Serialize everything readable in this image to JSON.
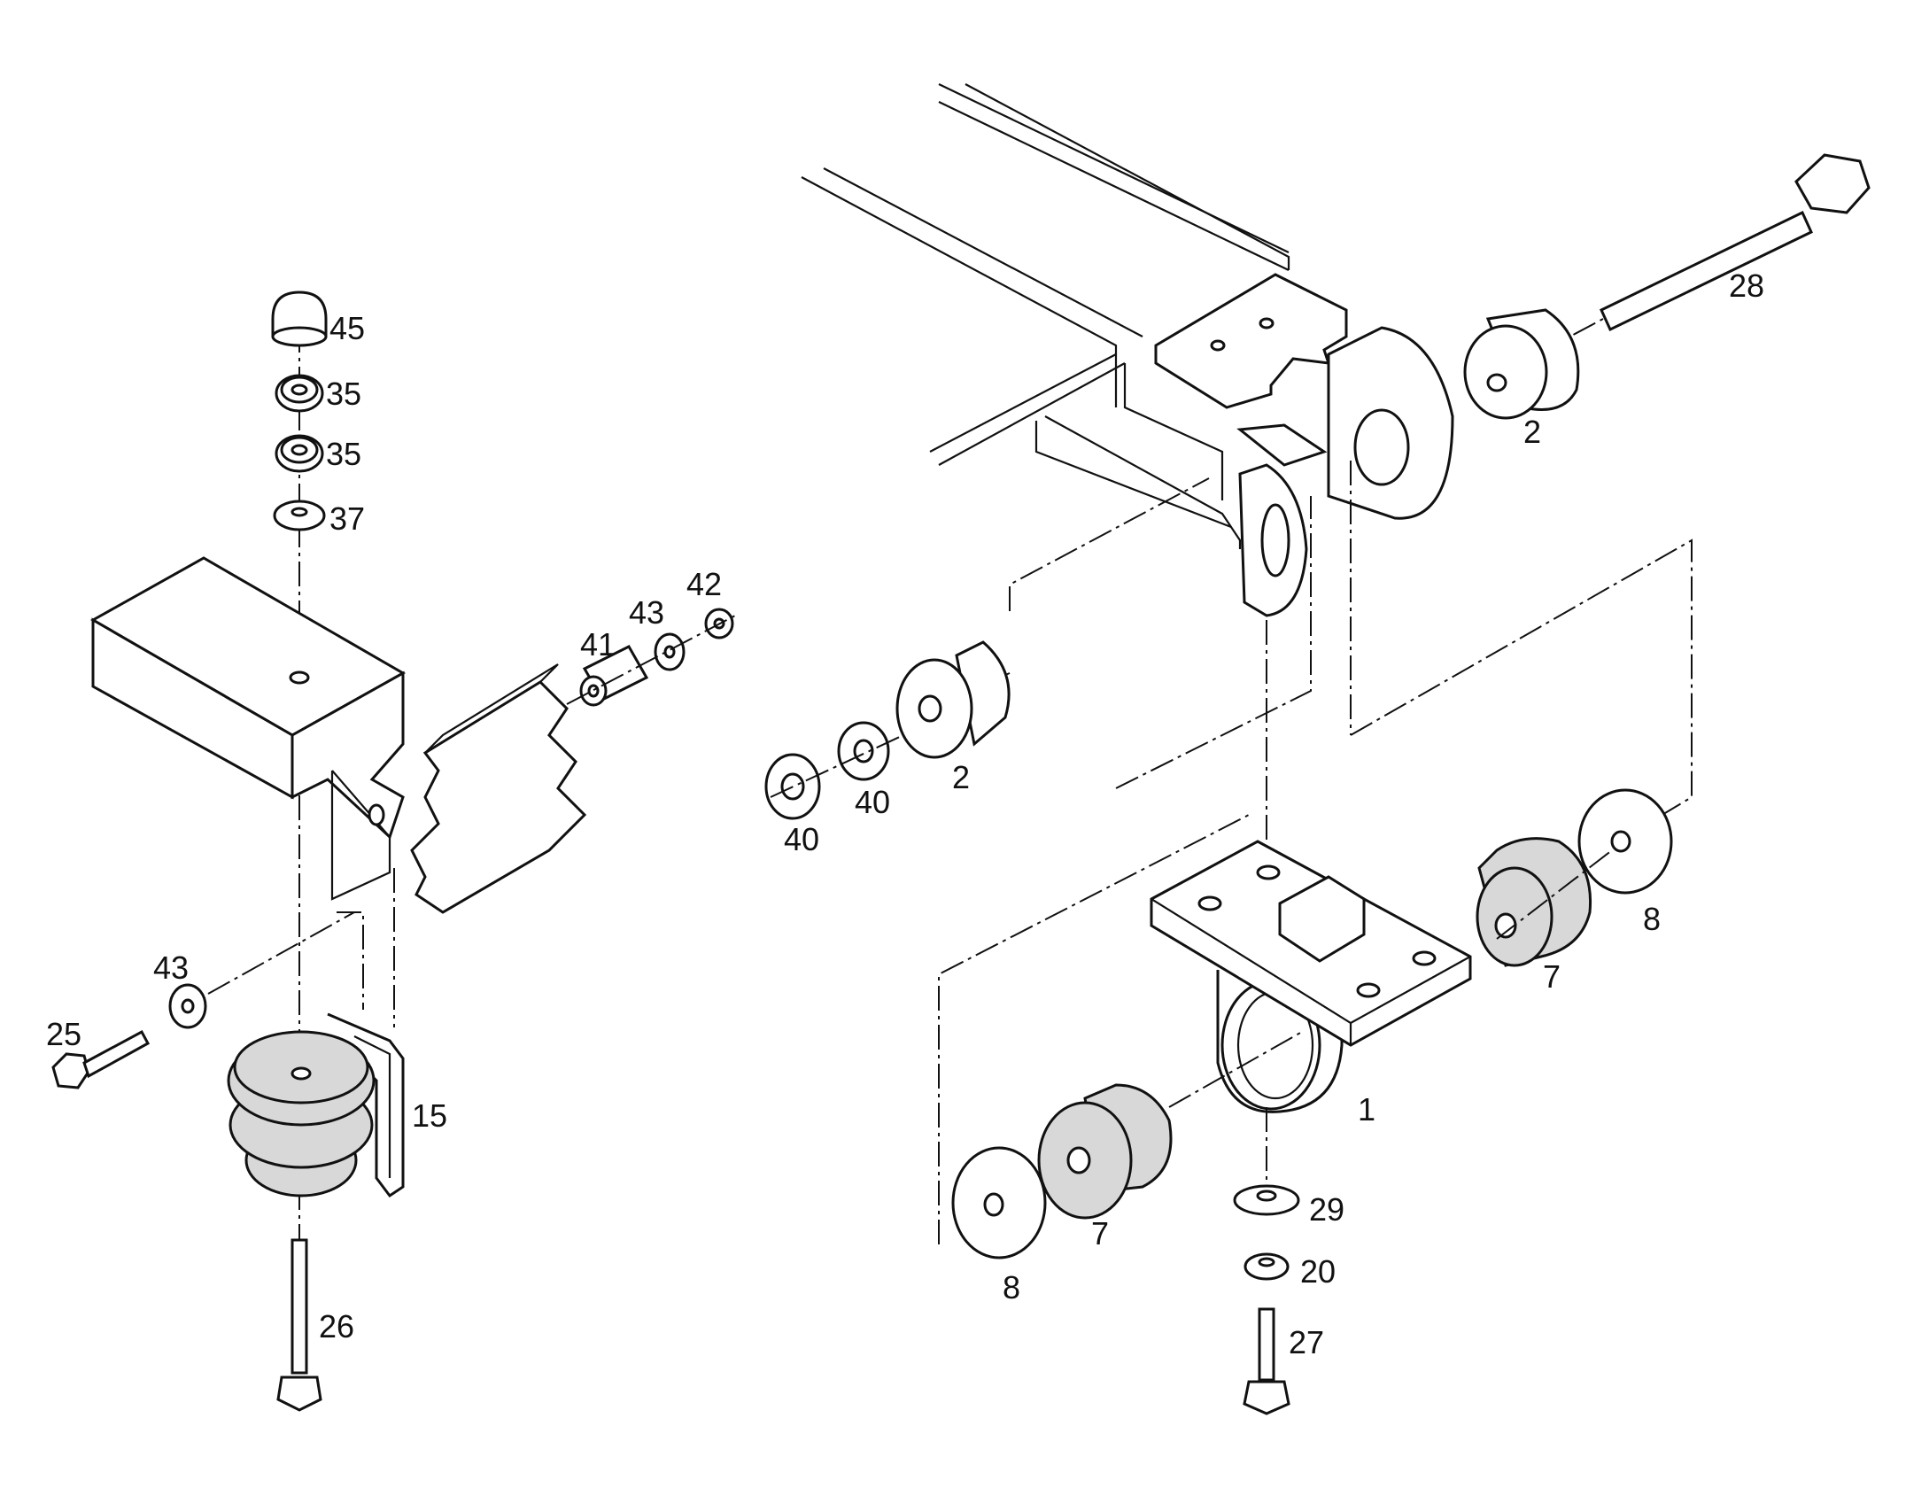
{
  "labels": {
    "l45": "45",
    "l35a": "35",
    "l35b": "35",
    "l37": "37",
    "l41": "41",
    "l43a": "43",
    "l42": "42",
    "l43b": "43",
    "l25": "25",
    "l15": "15",
    "l26": "26",
    "l40a": "40",
    "l40b": "40",
    "l2a": "2",
    "l2b": "2",
    "l28": "28",
    "l1": "1",
    "l7a": "7",
    "l7b": "7",
    "l8a": "8",
    "l8b": "8",
    "l29": "29",
    "l20": "20",
    "l27": "27"
  },
  "colors": {
    "ink": "#111111",
    "paper": "#ffffff",
    "texture": "#d8d8d8"
  }
}
